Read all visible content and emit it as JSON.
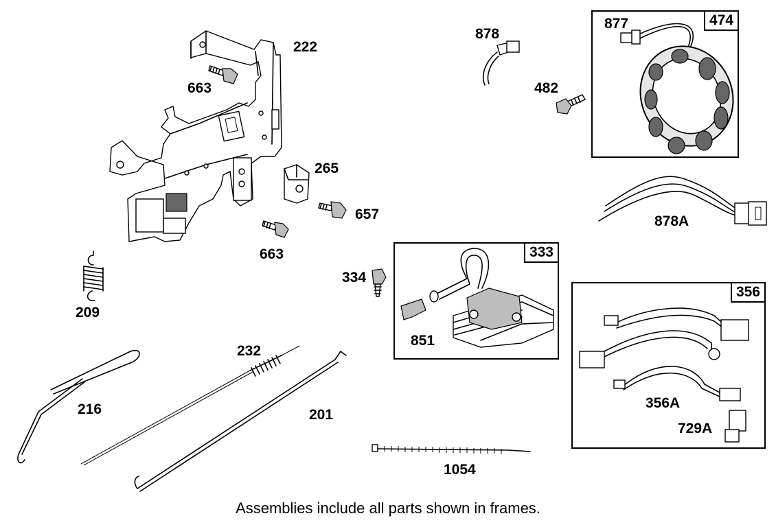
{
  "parts": {
    "p222": "222",
    "p663a": "663",
    "p663b": "663",
    "p265": "265",
    "p657": "657",
    "p209": "209",
    "p216": "216",
    "p232": "232",
    "p201": "201",
    "p334": "334",
    "p1054": "1054",
    "p878": "878",
    "p482": "482",
    "p877": "877",
    "p878A": "878A",
    "p851": "851",
    "p356A": "356A",
    "p729A": "729A"
  },
  "frames": {
    "f474": "474",
    "f333": "333",
    "f356": "356"
  },
  "caption": "Assemblies include all parts shown in frames."
}
